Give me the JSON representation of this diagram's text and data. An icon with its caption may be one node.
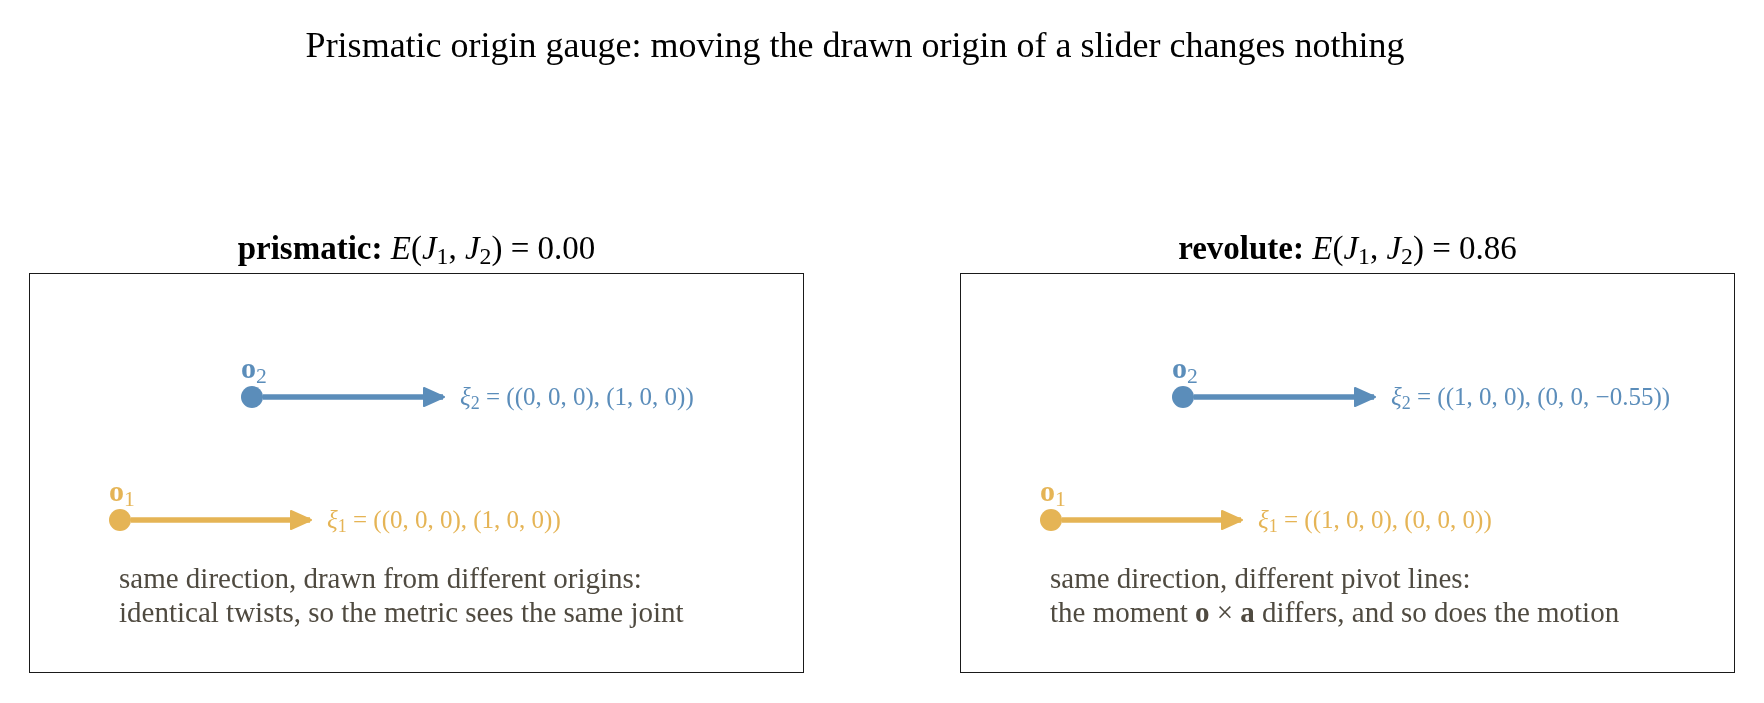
{
  "diagram": {
    "title": "Prismatic origin gauge: moving the drawn origin of a slider changes nothing",
    "nodes": [
      {
        "text": [
          "**prismatic:** *E*(*J*$_{1}$, *J*$_{2}$) = 0.00",
          "same direction, drawn from different origins: identical twists, so the metric sees the same joint"
        ]
      },
      {
        "text": [],
        "shape": "circle",
        "beside": [
          "**o**$_{2}$"
        ],
        "in": 0
      },
      {
        "text": [
          "*ξ*$_{2}$ = ((0, 0, 0), (1, 0, 0))"
        ],
        "in": 0
      },
      {
        "text": [],
        "shape": "circle",
        "beside": [
          "**o**$_{1}$"
        ],
        "in": 0
      },
      {
        "text": [
          "*ξ*$_{1}$ = ((0, 0, 0), (1, 0, 0))"
        ],
        "in": 0
      },
      {
        "text": [
          "**revolute:** *E*(*J*$_{1}$, *J*$_{2}$) = 0.86",
          "same direction, different pivot lines: the moment **o** × **a** differs, and so does the motion"
        ]
      },
      {
        "text": [],
        "shape": "circle",
        "beside": [
          "**o**$_{2}$"
        ],
        "in": 5
      },
      {
        "text": [
          "*ξ*$_{2}$ = ((1, 0, 0), (0, 0, −0.55))"
        ],
        "in": 5
      },
      {
        "text": [],
        "shape": "circle",
        "beside": [
          "**o**$_{1}$"
        ],
        "in": 5
      },
      {
        "text": [
          "*ξ*$_{1}$ = ((1, 0, 0), (0, 0, 0))"
        ],
        "in": 5
      }
    ],
    "edges": [
      {
        "from": 1,
        "to": 2,
        "arrow": "to",
        "color": "#5b8dba"
      },
      {
        "from": 3,
        "to": 4,
        "arrow": "to",
        "color": "#e5b455"
      },
      {
        "from": 6,
        "to": 7,
        "arrow": "to",
        "color": "#5b8dba"
      },
      {
        "from": 8,
        "to": 9,
        "arrow": "to",
        "color": "#e5b455"
      }
    ]
  }
}
